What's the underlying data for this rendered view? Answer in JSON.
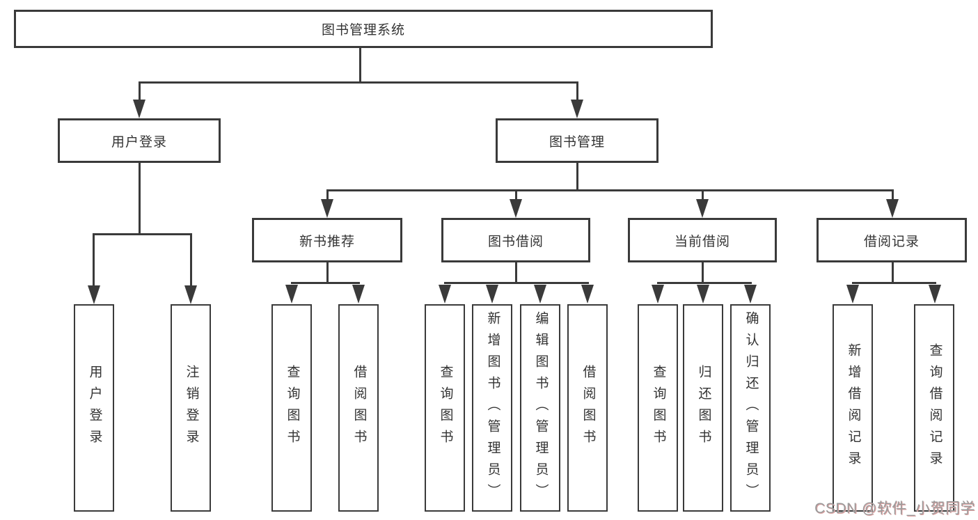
{
  "tree": {
    "root": "图书管理系统",
    "level2": [
      {
        "label": "用户登录",
        "children": [
          "用户登录",
          "注销登录"
        ]
      },
      {
        "label": "图书管理"
      }
    ],
    "level3": [
      {
        "label": "新书推荐",
        "children": [
          "查询图书",
          "借阅图书"
        ]
      },
      {
        "label": "图书借阅",
        "children": [
          "查询图书",
          "新增图书（管理员）",
          "编辑图书（管理员）",
          "借阅图书"
        ]
      },
      {
        "label": "当前借阅",
        "children": [
          "查询图书",
          "归还图书",
          "确认归还（管理员）"
        ]
      },
      {
        "label": "借阅记录",
        "children": [
          "新增借阅记录",
          "查询借阅记录"
        ]
      }
    ]
  },
  "watermark": "CSDN @软件_小贺同学",
  "colors": {
    "line": "#3a3a3a",
    "text": "#333333",
    "background": "#ffffff",
    "watermark_gray": "#9b9b9b",
    "watermark_red_shadow": "#dca0a0"
  }
}
